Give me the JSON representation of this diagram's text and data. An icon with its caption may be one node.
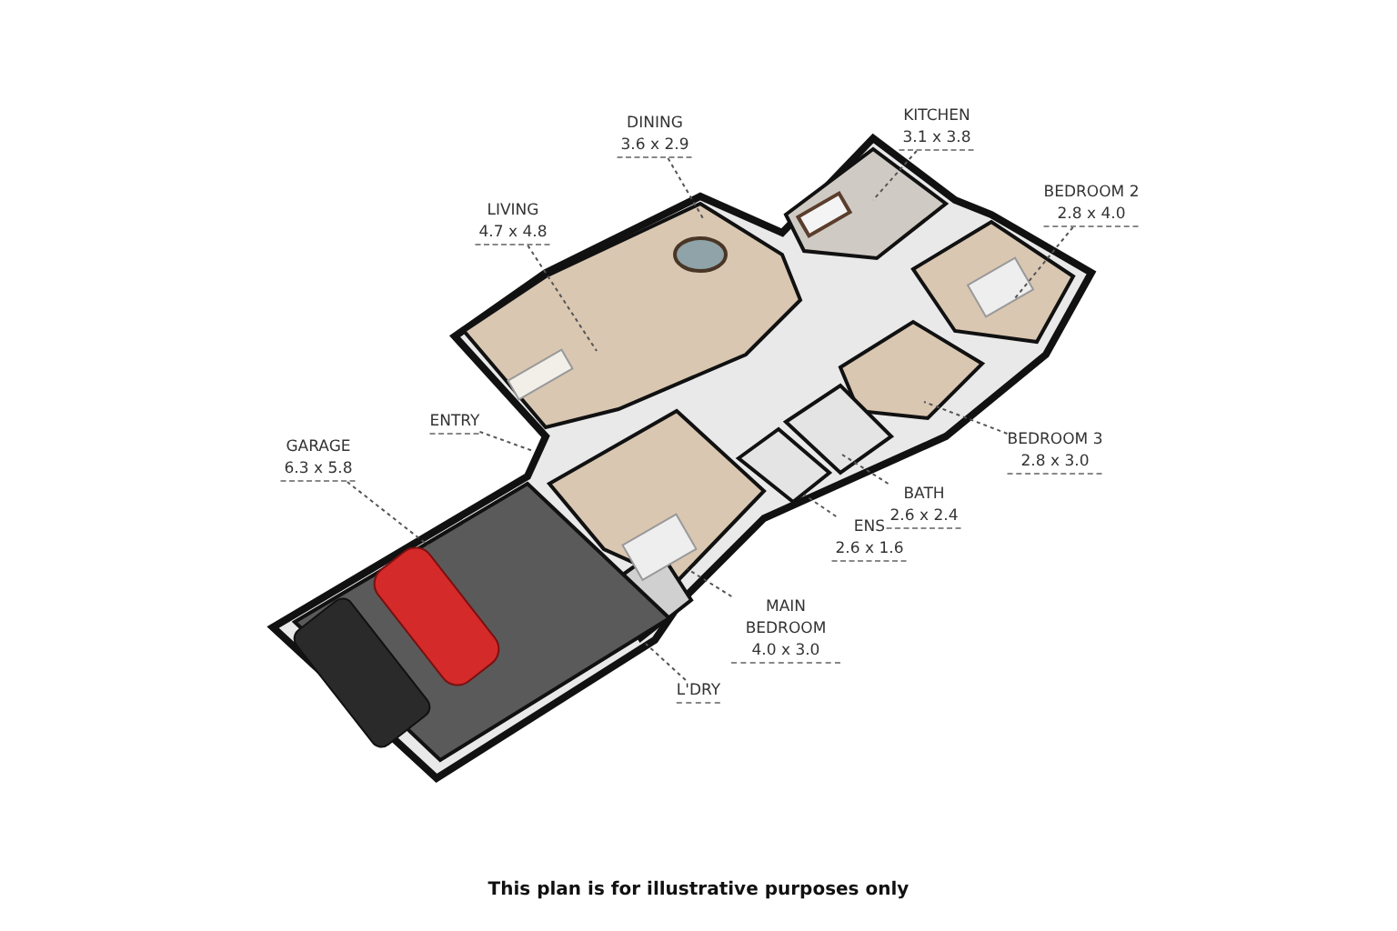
{
  "diagram": {
    "caption": "This plan is for illustrative purposes only",
    "nodes": [
      {
        "text": [
          "DINING",
          "3.6 x 2.9"
        ]
      },
      {
        "text": [
          "KITCHEN",
          "3.1 x 3.8"
        ]
      },
      {
        "text": [
          "LIVING",
          "4.7 x 4.8"
        ]
      },
      {
        "text": [
          "BEDROOM 2",
          "2.8 x 4.0"
        ]
      },
      {
        "text": [
          "ENTRY"
        ]
      },
      {
        "text": [
          "GARAGE",
          "6.3 x 5.8"
        ]
      },
      {
        "text": [
          "BEDROOM 3",
          "2.8 x 3.0"
        ]
      },
      {
        "text": [
          "BATH",
          "2.6 x 2.4"
        ]
      },
      {
        "text": [
          "ENS",
          "2.6 x 1.6"
        ]
      },
      {
        "text": [
          "MAIN BEDROOM",
          "4.0 x 3.0"
        ]
      },
      {
        "text": [
          "L'DRY"
        ]
      }
    ],
    "edges": [
      {
        "from": 0,
        "to": null,
        "arrow": "none",
        "style": "dashed"
      },
      {
        "from": 1,
        "to": null,
        "arrow": "none",
        "style": "dashed"
      },
      {
        "from": 2,
        "to": null,
        "arrow": "none",
        "style": "dashed"
      },
      {
        "from": 3,
        "to": null,
        "arrow": "none",
        "style": "dashed"
      },
      {
        "from": 4,
        "to": null,
        "arrow": "none",
        "style": "dashed"
      },
      {
        "from": 5,
        "to": null,
        "arrow": "none",
        "style": "dashed"
      },
      {
        "from": 6,
        "to": null,
        "arrow": "none",
        "style": "dashed"
      },
      {
        "from": 7,
        "to": null,
        "arrow": "none",
        "style": "dashed"
      },
      {
        "from": 8,
        "to": null,
        "arrow": "none",
        "style": "dashed"
      },
      {
        "from": 9,
        "to": null,
        "arrow": "none",
        "style": "dashed"
      },
      {
        "from": 10,
        "to": null,
        "arrow": "none",
        "style": "dashed"
      }
    ]
  }
}
